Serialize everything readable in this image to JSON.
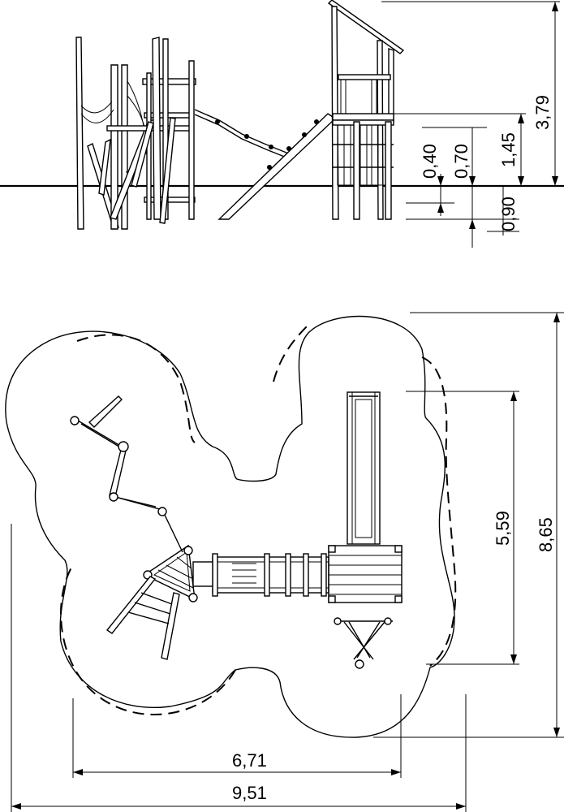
{
  "elevation": {
    "dims": {
      "total_height": "3,79",
      "platform_height": "1,45",
      "dim_070": "0,70",
      "dim_040": "0,40",
      "foundation_depth": "0,90"
    }
  },
  "plan": {
    "dims": {
      "depth_total": "8,65",
      "slide_length": "5,59",
      "inner_width": "6,71",
      "total_width": "9,51"
    }
  }
}
